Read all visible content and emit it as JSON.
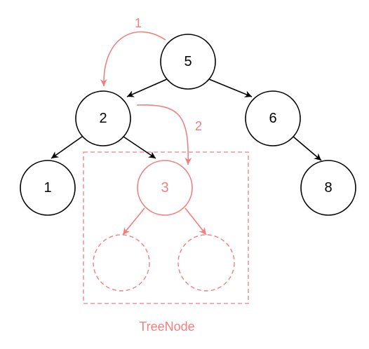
{
  "colors": {
    "black": "#000000",
    "accent": "#f08080",
    "background": "#ffffff"
  },
  "nodes": {
    "n5": "5",
    "n2": "2",
    "n6": "6",
    "n1": "1",
    "n3": "3",
    "n8": "8"
  },
  "steps": {
    "step1": "1",
    "step2": "2"
  },
  "box": {
    "label": "TreeNode"
  }
}
